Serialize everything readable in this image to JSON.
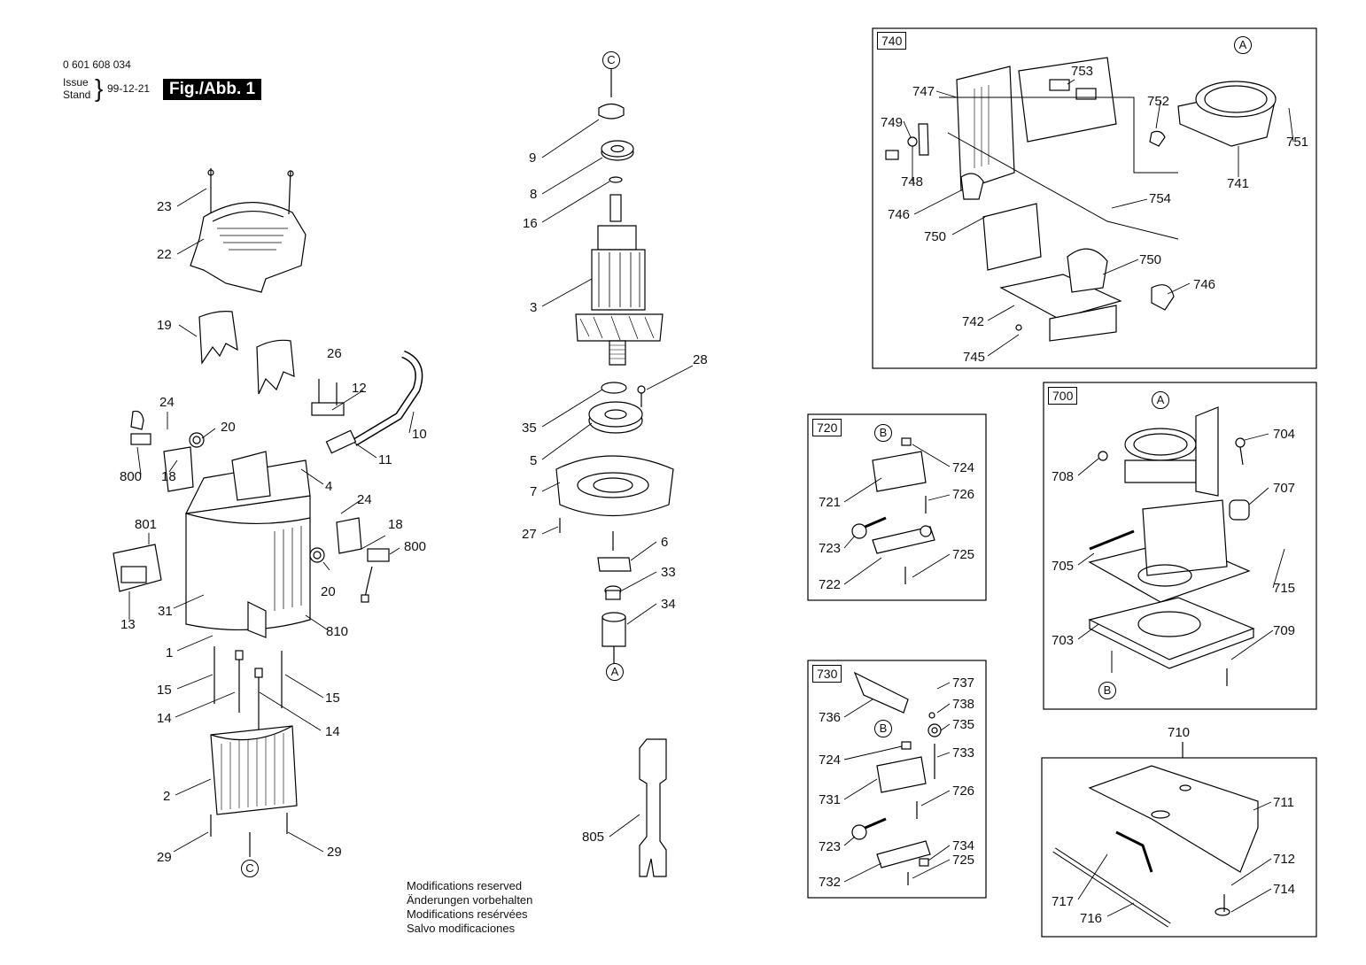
{
  "header": {
    "part_number": "0 601 608 034",
    "issue_label": "Issue",
    "stand_label": "Stand",
    "date": "99-12-21",
    "figure": "Fig./Abb. 1"
  },
  "modifications": [
    "Modifications reserved",
    "Änderungen vorbehalten",
    "Modifications resérvées",
    "Salvo modificaciones"
  ],
  "boxes": {
    "b740": "740",
    "b720": "720",
    "b730": "730",
    "b700": "700"
  },
  "refs": {
    "a": "A",
    "b": "B",
    "c": "C"
  },
  "parts": {
    "p23": "23",
    "p22": "22",
    "p19": "19",
    "p26": "26",
    "p12": "12",
    "p10": "10",
    "p11": "11",
    "p24a": "24",
    "p20a": "20",
    "p800a": "800",
    "p18a": "18",
    "p4": "4",
    "p801": "801",
    "p24b": "24",
    "p18b": "18",
    "p800b": "800",
    "p13": "13",
    "p31": "31",
    "p20b": "20",
    "p810": "810",
    "p1": "1",
    "p15a": "15",
    "p15b": "15",
    "p14a": "14",
    "p14b": "14",
    "p2": "2",
    "p29a": "29",
    "p29b": "29",
    "p9": "9",
    "p8": "8",
    "p16": "16",
    "p3": "3",
    "p28": "28",
    "p35": "35",
    "p5": "5",
    "p7": "7",
    "p27": "27",
    "p6": "6",
    "p33": "33",
    "p34": "34",
    "p805": "805",
    "p747": "747",
    "p753": "753",
    "p752": "752",
    "p751": "751",
    "p749": "749",
    "p748": "748",
    "p741": "741",
    "p746a": "746",
    "p754": "754",
    "p750a": "750",
    "p750b": "750",
    "p746b": "746",
    "p742": "742",
    "p745": "745",
    "p721": "721",
    "p724a": "724",
    "p726a": "726",
    "p723a": "723",
    "p725a": "725",
    "p722": "722",
    "p736": "736",
    "p737": "737",
    "p738": "738",
    "p735": "735",
    "p724b": "724",
    "p733": "733",
    "p731": "731",
    "p726b": "726",
    "p723b": "723",
    "p734": "734",
    "p725b": "725",
    "p732": "732",
    "p708": "708",
    "p704": "704",
    "p707": "707",
    "p705": "705",
    "p715": "715",
    "p703": "703",
    "p709": "709",
    "p710": "710",
    "p711": "711",
    "p712": "712",
    "p714": "714",
    "p717": "717",
    "p716": "716"
  }
}
